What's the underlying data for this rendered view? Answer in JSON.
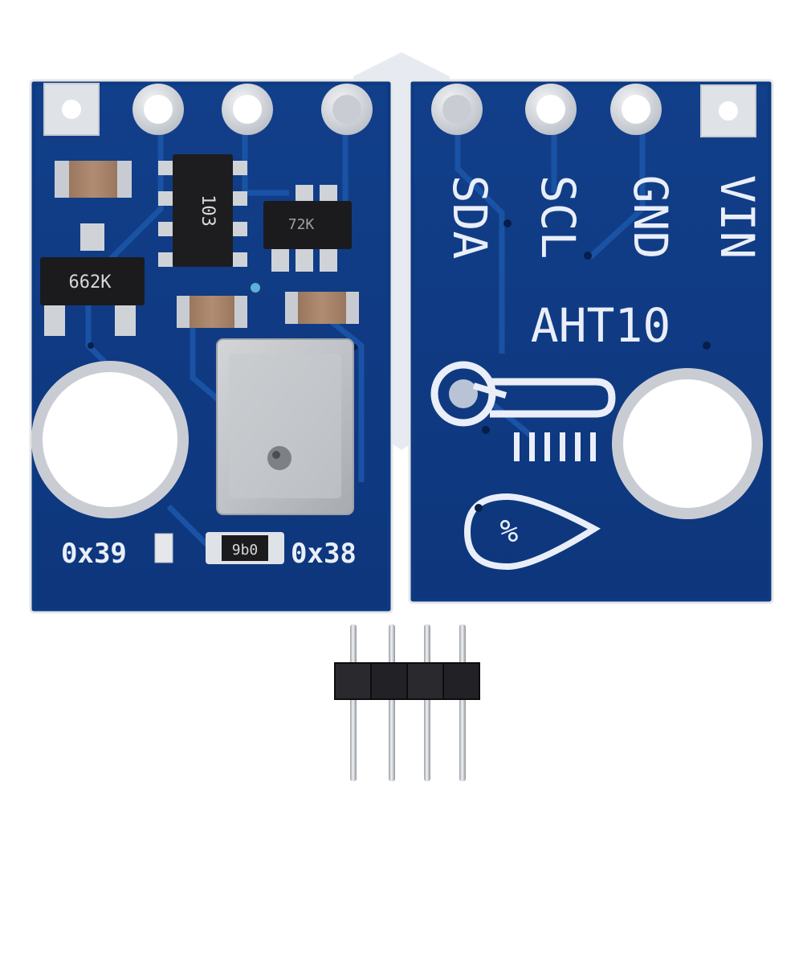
{
  "board_front": {
    "resistor_network_label": "103",
    "transistor_label": "662K",
    "regulator_label": "72K",
    "address_left": "0x39",
    "address_right": "0x38",
    "jumper_resistor_label": "9b0"
  },
  "board_back": {
    "pins": [
      "SDA",
      "SCL",
      "GND",
      "VIN"
    ],
    "model": "AHT10",
    "humidity_symbol": "%"
  },
  "colors": {
    "pcb_blue": "#0f3f8c",
    "pcb_edge": "#1b4f9e",
    "silkscreen": "#e9eef8",
    "pad_silver": "#d9dde3"
  },
  "icons": [
    "thermometer-icon",
    "humidity-drop-icon"
  ],
  "header_pins_count": 4
}
